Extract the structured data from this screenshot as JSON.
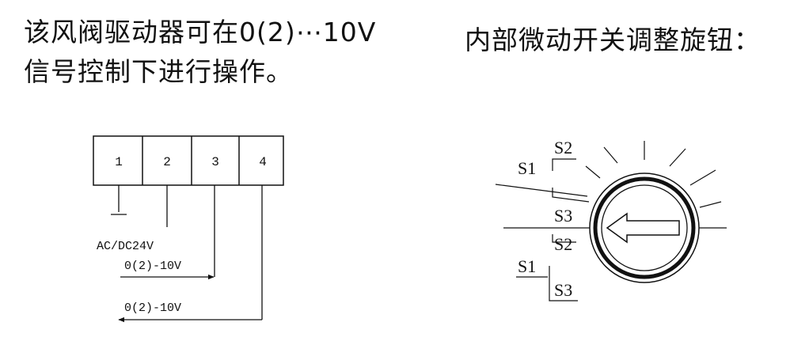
{
  "left_text": {
    "line1": "该风阀驱动器可在0(2)⋯10V",
    "line2": "信号控制下进行操作。"
  },
  "right_text": {
    "title": "内部微动开关调整旋钮："
  },
  "wiring": {
    "terminals": [
      "1",
      "2",
      "3",
      "4"
    ],
    "supply_label": "AC/DC24V",
    "signal_in_label": "0(2)-10V",
    "signal_out_label": "0(2)-10V"
  },
  "knob": {
    "switch_labels": {
      "s2_top": "S2",
      "s1_top": "S1",
      "s3_mid": "S3",
      "s2_mid": "S2",
      "s1_bottom": "S1",
      "s3_bottom": "S3"
    }
  },
  "colors": {
    "ink": "#111111",
    "background": "#ffffff"
  }
}
